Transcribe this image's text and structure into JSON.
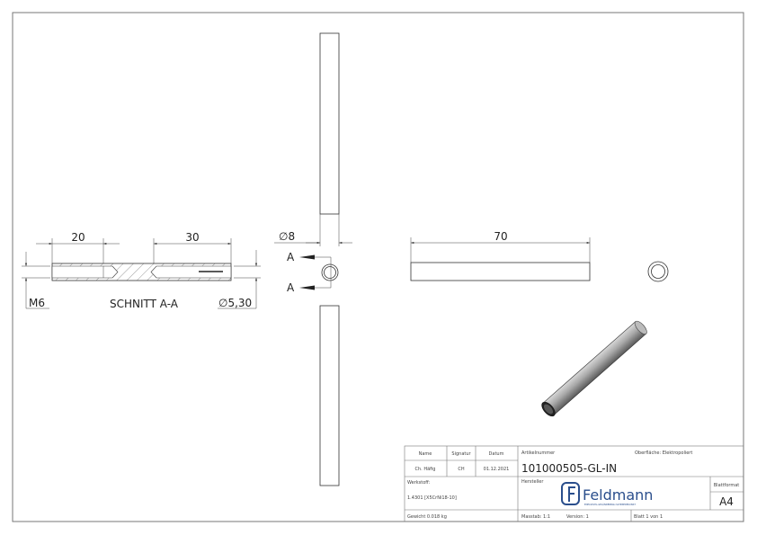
{
  "drawing": {
    "section_view": {
      "dim_left": "20",
      "dim_right": "30",
      "thread": "M6",
      "bore_diameter": "∅5,30",
      "title": "SCHNITT A-A"
    },
    "side_view": {
      "diameter": "∅8",
      "section_marker_top": "A",
      "section_marker_bottom": "A"
    },
    "front_view": {
      "length": "70"
    }
  },
  "title_block": {
    "name_label": "Name",
    "signature_label": "Signatur",
    "date_label": "Datum",
    "name_value": "Ch. Häfig",
    "signature_value": "CH",
    "date_value": "01.12.2021",
    "article_label": "Artikelnummer",
    "article_number": "101000505-GL-IN",
    "surface_label": "Oberfläche: Elektropoliert",
    "material_label": "Werkstoff:",
    "material_value": "1.4301 [X5CrNi18-10]",
    "manufacturer_label": "Hersteller",
    "logo_text": "Feldmann",
    "logo_tagline": "EDELSTAHL-GELÄNDERBAU-SCHMIEDEKUNST",
    "sheet_format_label": "Blattformat",
    "sheet_format_value": "A4",
    "weight": "Gewicht 0.018 kg",
    "scale": "Masstab: 1:1",
    "version": "Version: 1",
    "sheet": "Blatt 1 von 1",
    "logo_color": "#2a4e8c"
  }
}
